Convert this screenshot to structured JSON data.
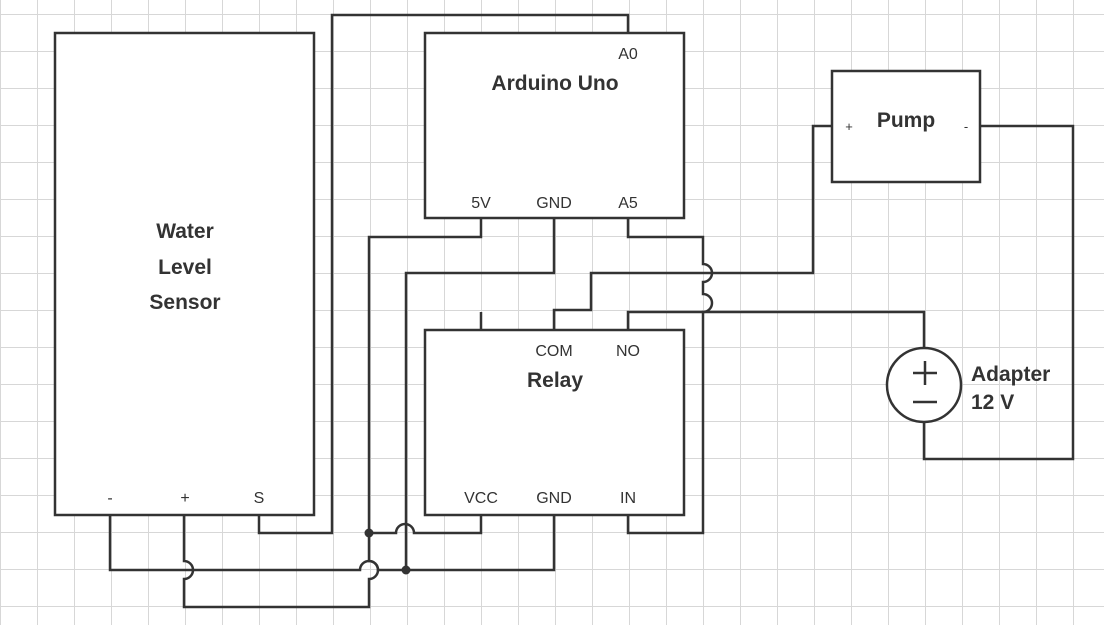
{
  "components": {
    "sensor": {
      "title_lines": [
        "Water",
        "Level",
        "Sensor"
      ],
      "pins": [
        "-",
        "+",
        "S"
      ]
    },
    "arduino": {
      "title": "Arduino Uno",
      "pin_top": "A0",
      "pins_bottom": [
        "5V",
        "GND",
        "A5"
      ]
    },
    "relay": {
      "title": "Relay",
      "pins_top": [
        "COM",
        "NO"
      ],
      "pins_bottom": [
        "VCC",
        "GND",
        "IN"
      ]
    },
    "pump": {
      "title": "Pump",
      "pin_plus": "+",
      "pin_minus": "-"
    },
    "adapter": {
      "title_lines": [
        "Adapter",
        "12 V"
      ]
    }
  },
  "colors": {
    "line": "#333333",
    "grid": "#d7d7d7",
    "background": "#ffffff"
  }
}
